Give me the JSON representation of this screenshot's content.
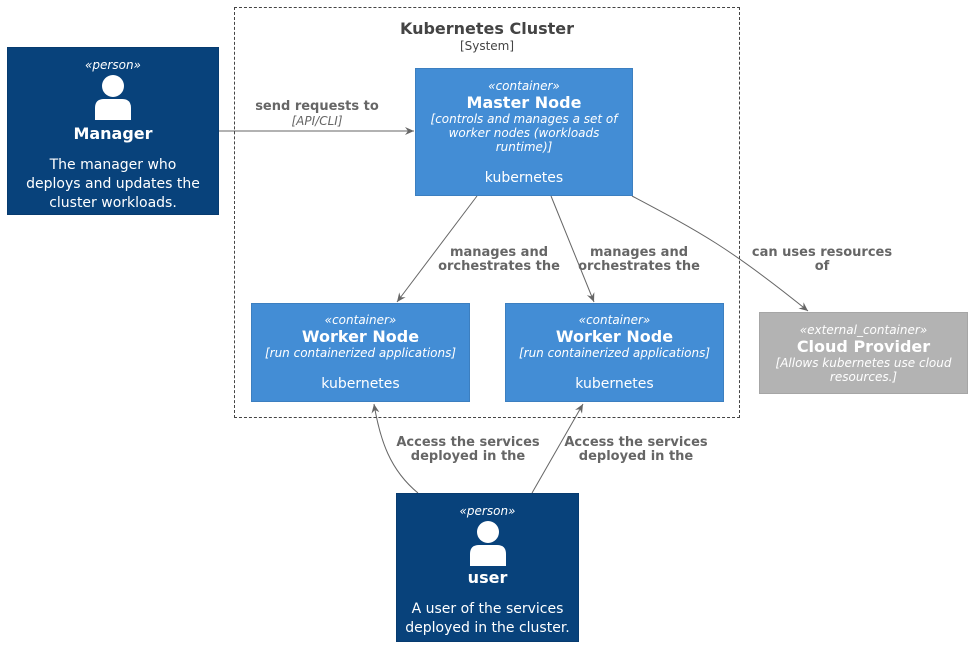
{
  "boundary": {
    "title": "Kubernetes Cluster",
    "type": "[System]"
  },
  "nodes": {
    "manager": {
      "stereotype": "«person»",
      "title": "Manager",
      "description": "The manager who deploys and updates the cluster workloads."
    },
    "master": {
      "stereotype": "«container»",
      "title": "Master Node",
      "description": "[controls and manages a set of worker nodes (workloads runtime)]",
      "technology": "kubernetes"
    },
    "worker1": {
      "stereotype": "«container»",
      "title": "Worker Node",
      "description": "[run containerized applications]",
      "technology": "kubernetes"
    },
    "worker2": {
      "stereotype": "«container»",
      "title": "Worker Node",
      "description": "[run containerized applications]",
      "technology": "kubernetes"
    },
    "cloud": {
      "stereotype": "«external_container»",
      "title": "Cloud Provider",
      "description": "[Allows kubernetes use cloud resources.]"
    },
    "user": {
      "stereotype": "«person»",
      "title": "user",
      "description": "A user of the services deployed in the cluster."
    }
  },
  "edges": {
    "manager_master": {
      "label": "send requests to",
      "technology": "[API/CLI]"
    },
    "master_worker1": {
      "label": "manages and orchestrates the"
    },
    "master_worker2": {
      "label": "manages and orchestrates the"
    },
    "master_cloud": {
      "label": "can uses resources of"
    },
    "user_worker1": {
      "label": "Access the services deployed in the"
    },
    "user_worker2": {
      "label": "Access the services deployed in the"
    }
  },
  "colors": {
    "person": "#08427b",
    "container": "#438dd5",
    "external": "#b3b3b3",
    "edge": "#666666",
    "boundary": "#444444"
  }
}
